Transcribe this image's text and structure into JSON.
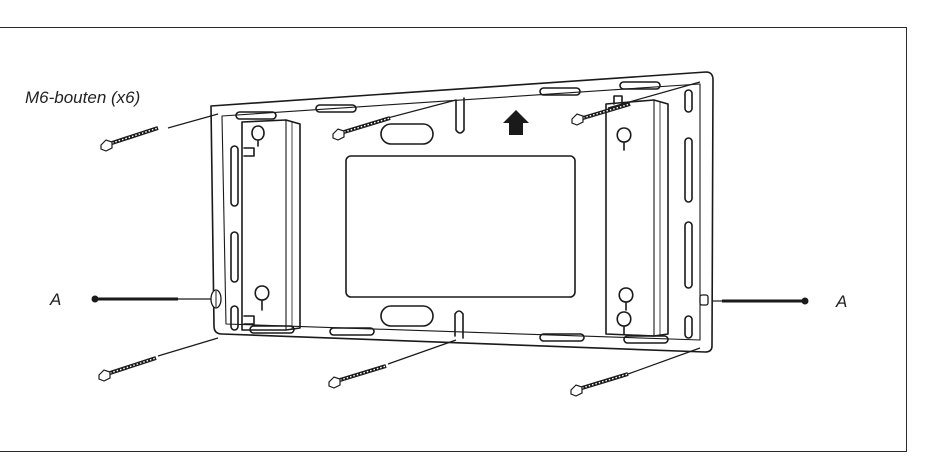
{
  "labels": {
    "bolts": "M6-bouten (x6)",
    "a_left": "A",
    "a_right": "A"
  },
  "icons": {
    "up_arrow": "up-arrow-icon",
    "bolt": "bolt-icon",
    "pin": "pin-icon"
  }
}
